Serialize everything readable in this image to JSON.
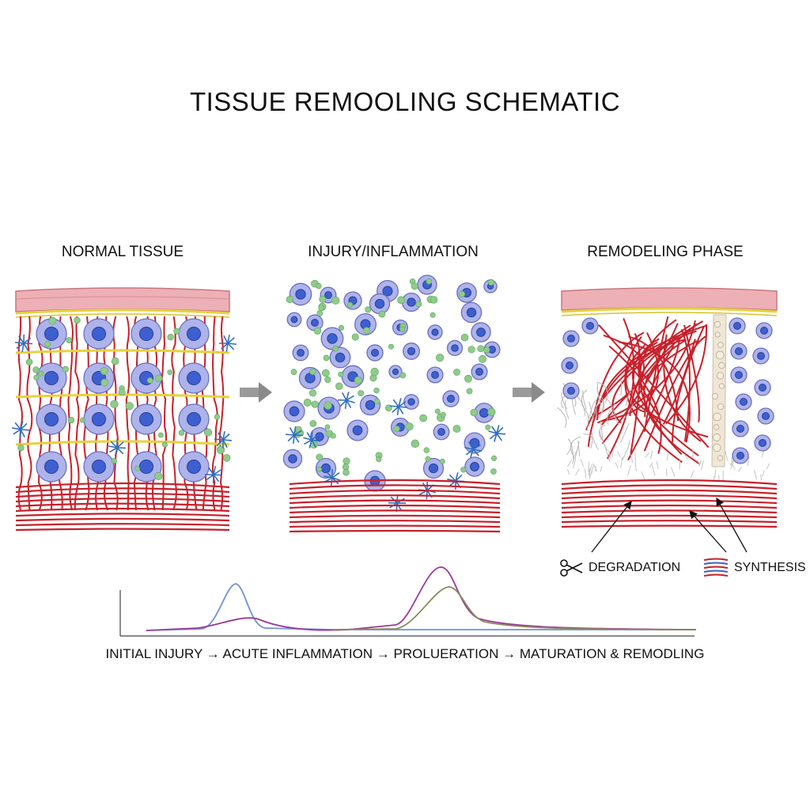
{
  "title": "TISSUE REMOOLING SCHEMATIC",
  "panels": [
    {
      "id": "normal",
      "label": "NORMAL TISSUE"
    },
    {
      "id": "injury",
      "label": "INJURY/INFLAMMATION"
    },
    {
      "id": "remodel",
      "label": "REMODELING PHASE"
    }
  ],
  "legend": {
    "degradation": "DEGRADATION",
    "synthesis": "SYNTHESIS"
  },
  "timeline": "INITIAL INJURY → ACUTE INFLAMMATION → PROLUERATION → MATURATION & REMODLING",
  "colors": {
    "fiber_red": "#c8202a",
    "cell_fill": "#aeb3ea",
    "cell_nucleus": "#3d5fd0",
    "granule_green": "#8fcb8a",
    "star_blue": "#2f6fc2",
    "yellow_fiber": "#e6d23c",
    "epidermis_pink": "#e9a3ab",
    "curve_blue": "#6f8fe0",
    "curve_purple": "#9b3a9a",
    "curve_olive": "#8a8a5a"
  },
  "icons": {
    "degradation": "scissors-icon",
    "synthesis": "stacked-fibers-icon",
    "transition": "arrow-right-icon"
  }
}
